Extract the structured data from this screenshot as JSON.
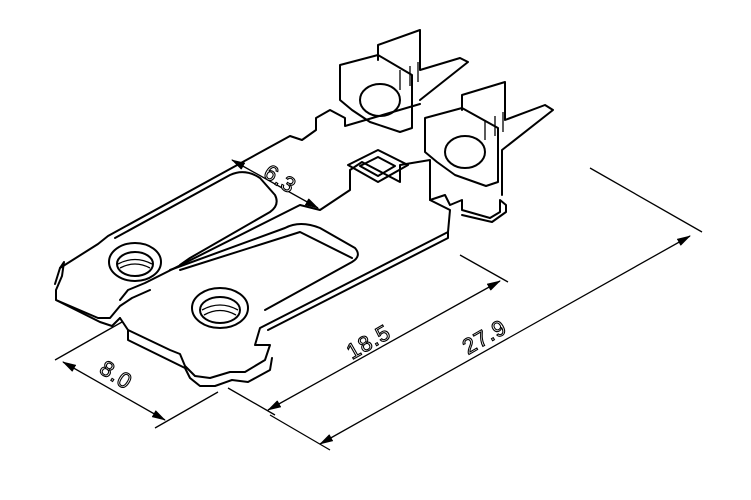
{
  "drawing": {
    "title": "",
    "dimensions": [
      {
        "id": "tab-width",
        "label": "6.3"
      },
      {
        "id": "plate-width",
        "label": "8.0"
      },
      {
        "id": "hole-to-tab",
        "label": "18.5"
      },
      {
        "id": "overall-length",
        "label": "27.9"
      }
    ]
  }
}
